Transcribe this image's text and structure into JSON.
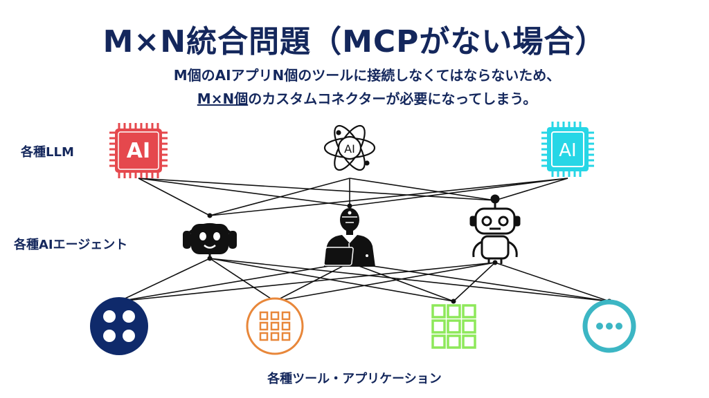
{
  "title": "M×N統合問題（MCPがない場合）",
  "subtitle": {
    "line1": "M個のAIアプリN個のツールに接続しなくてはならないため、",
    "line2_underlined": "M×N個",
    "line2_rest": "のカスタムコネクターが必要になってしまう。"
  },
  "labels": {
    "llm": "各種LLM",
    "agents": "各種AIエージェント",
    "tools": "各種ツール・アプリケーション"
  },
  "llms": [
    {
      "name": "red-ai-chip",
      "text": "AI",
      "color": "#e5484d"
    },
    {
      "name": "atom-ai",
      "text": "AI",
      "color": "#111111"
    },
    {
      "name": "cyan-ai-chip",
      "text": "AI",
      "color": "#27d6e6"
    }
  ],
  "tools": [
    {
      "name": "navy-four-dots",
      "color": "#0f2a6b"
    },
    {
      "name": "orange-grid",
      "color": "#e8873a"
    },
    {
      "name": "green-grid",
      "color": "#8ee85a"
    },
    {
      "name": "teal-more",
      "color": "#3cb6c4"
    }
  ]
}
